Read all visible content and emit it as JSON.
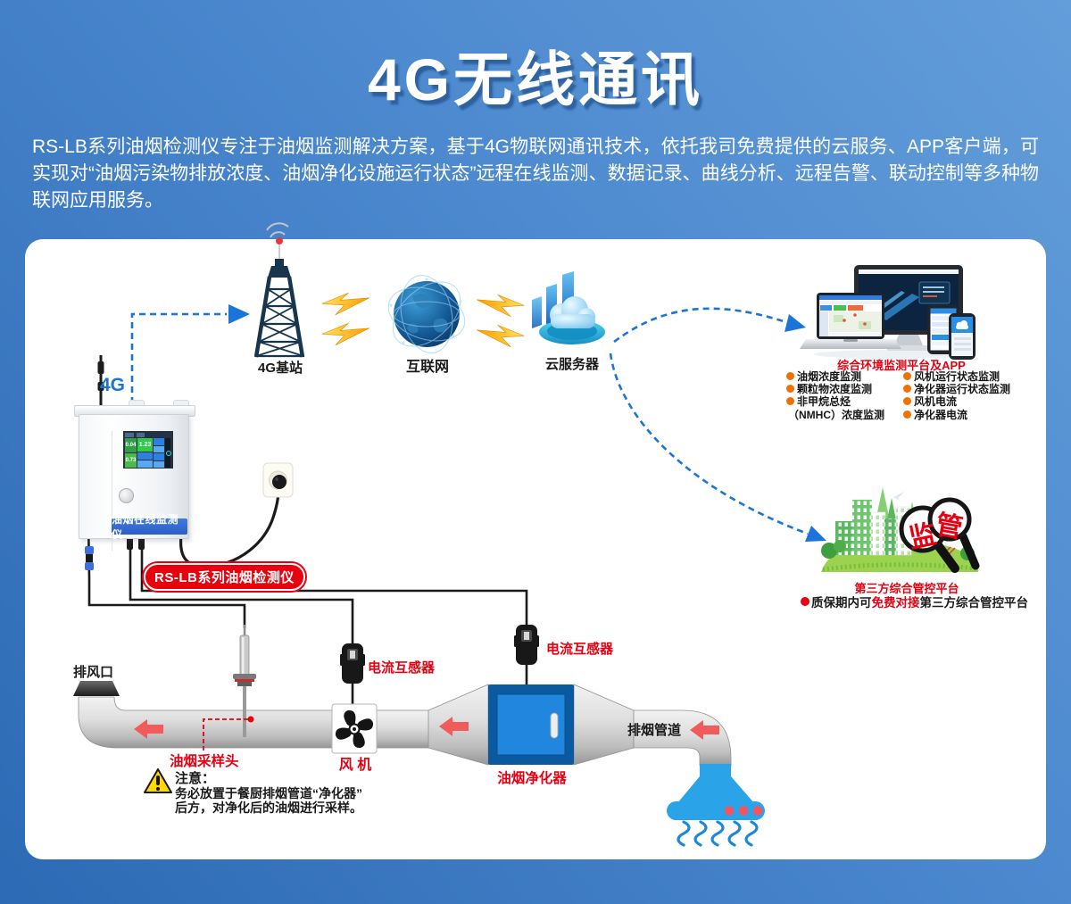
{
  "page": {
    "title": "4G无线通讯",
    "description": "RS-LB系列油烟检测仪专注于油烟监测解决方案，基于4G物联网通讯技术，依托我司免费提供的云服务、APP客户端，可实现对“油烟污染物排放浓度、油烟净化设施运行状态”远程在线监测、数据记录、曲线分析、远程告警、联动控制等多种物联网应用服务。"
  },
  "network": {
    "device_4g": "4G",
    "base_station": "4G基站",
    "internet": "互联网",
    "cloud_server": "云服务器"
  },
  "platform": {
    "title": "综合环境监测平台及APP",
    "items_left": [
      "油烟浓度监测",
      "颗粒物浓度监测",
      "非甲烷总烃",
      "（NMHC）浓度监测"
    ],
    "items_right": [
      "风机运行状态监测",
      "净化器运行状态监测",
      "风机电流",
      "净化器电流"
    ]
  },
  "third_party": {
    "glass_left": "监",
    "glass_right": "管",
    "title": "第三方综合管控平台",
    "note_prefix": "质保期内可",
    "note_highlight": "免费对接",
    "note_suffix": "第三方综合管控平台"
  },
  "device": {
    "band": "油烟在线监测仪",
    "tag": "RS-LB系列油烟检测仪",
    "screen_values": [
      "0.04",
      "1.23",
      "0.73"
    ]
  },
  "duct": {
    "outlet": "排风口",
    "sampling_head": "油烟采样头",
    "fan": "风 机",
    "ct_left": "电流互感器",
    "ct_right": "电流互感器",
    "purifier": "油烟净化器",
    "pipe": "排烟管道",
    "notice_title": "注意：",
    "notice_line1": "务必放置于餐厨排烟管道“净化器”",
    "notice_line2": "后方，对净化后的油烟进行采样。"
  },
  "colors": {
    "accent_red": "#e60012",
    "bullet_orange": "#f07000",
    "dash_blue": "#1b74d8",
    "purifier_blue": "#1e7fd6",
    "hood_blue": "#2aa3e8"
  }
}
